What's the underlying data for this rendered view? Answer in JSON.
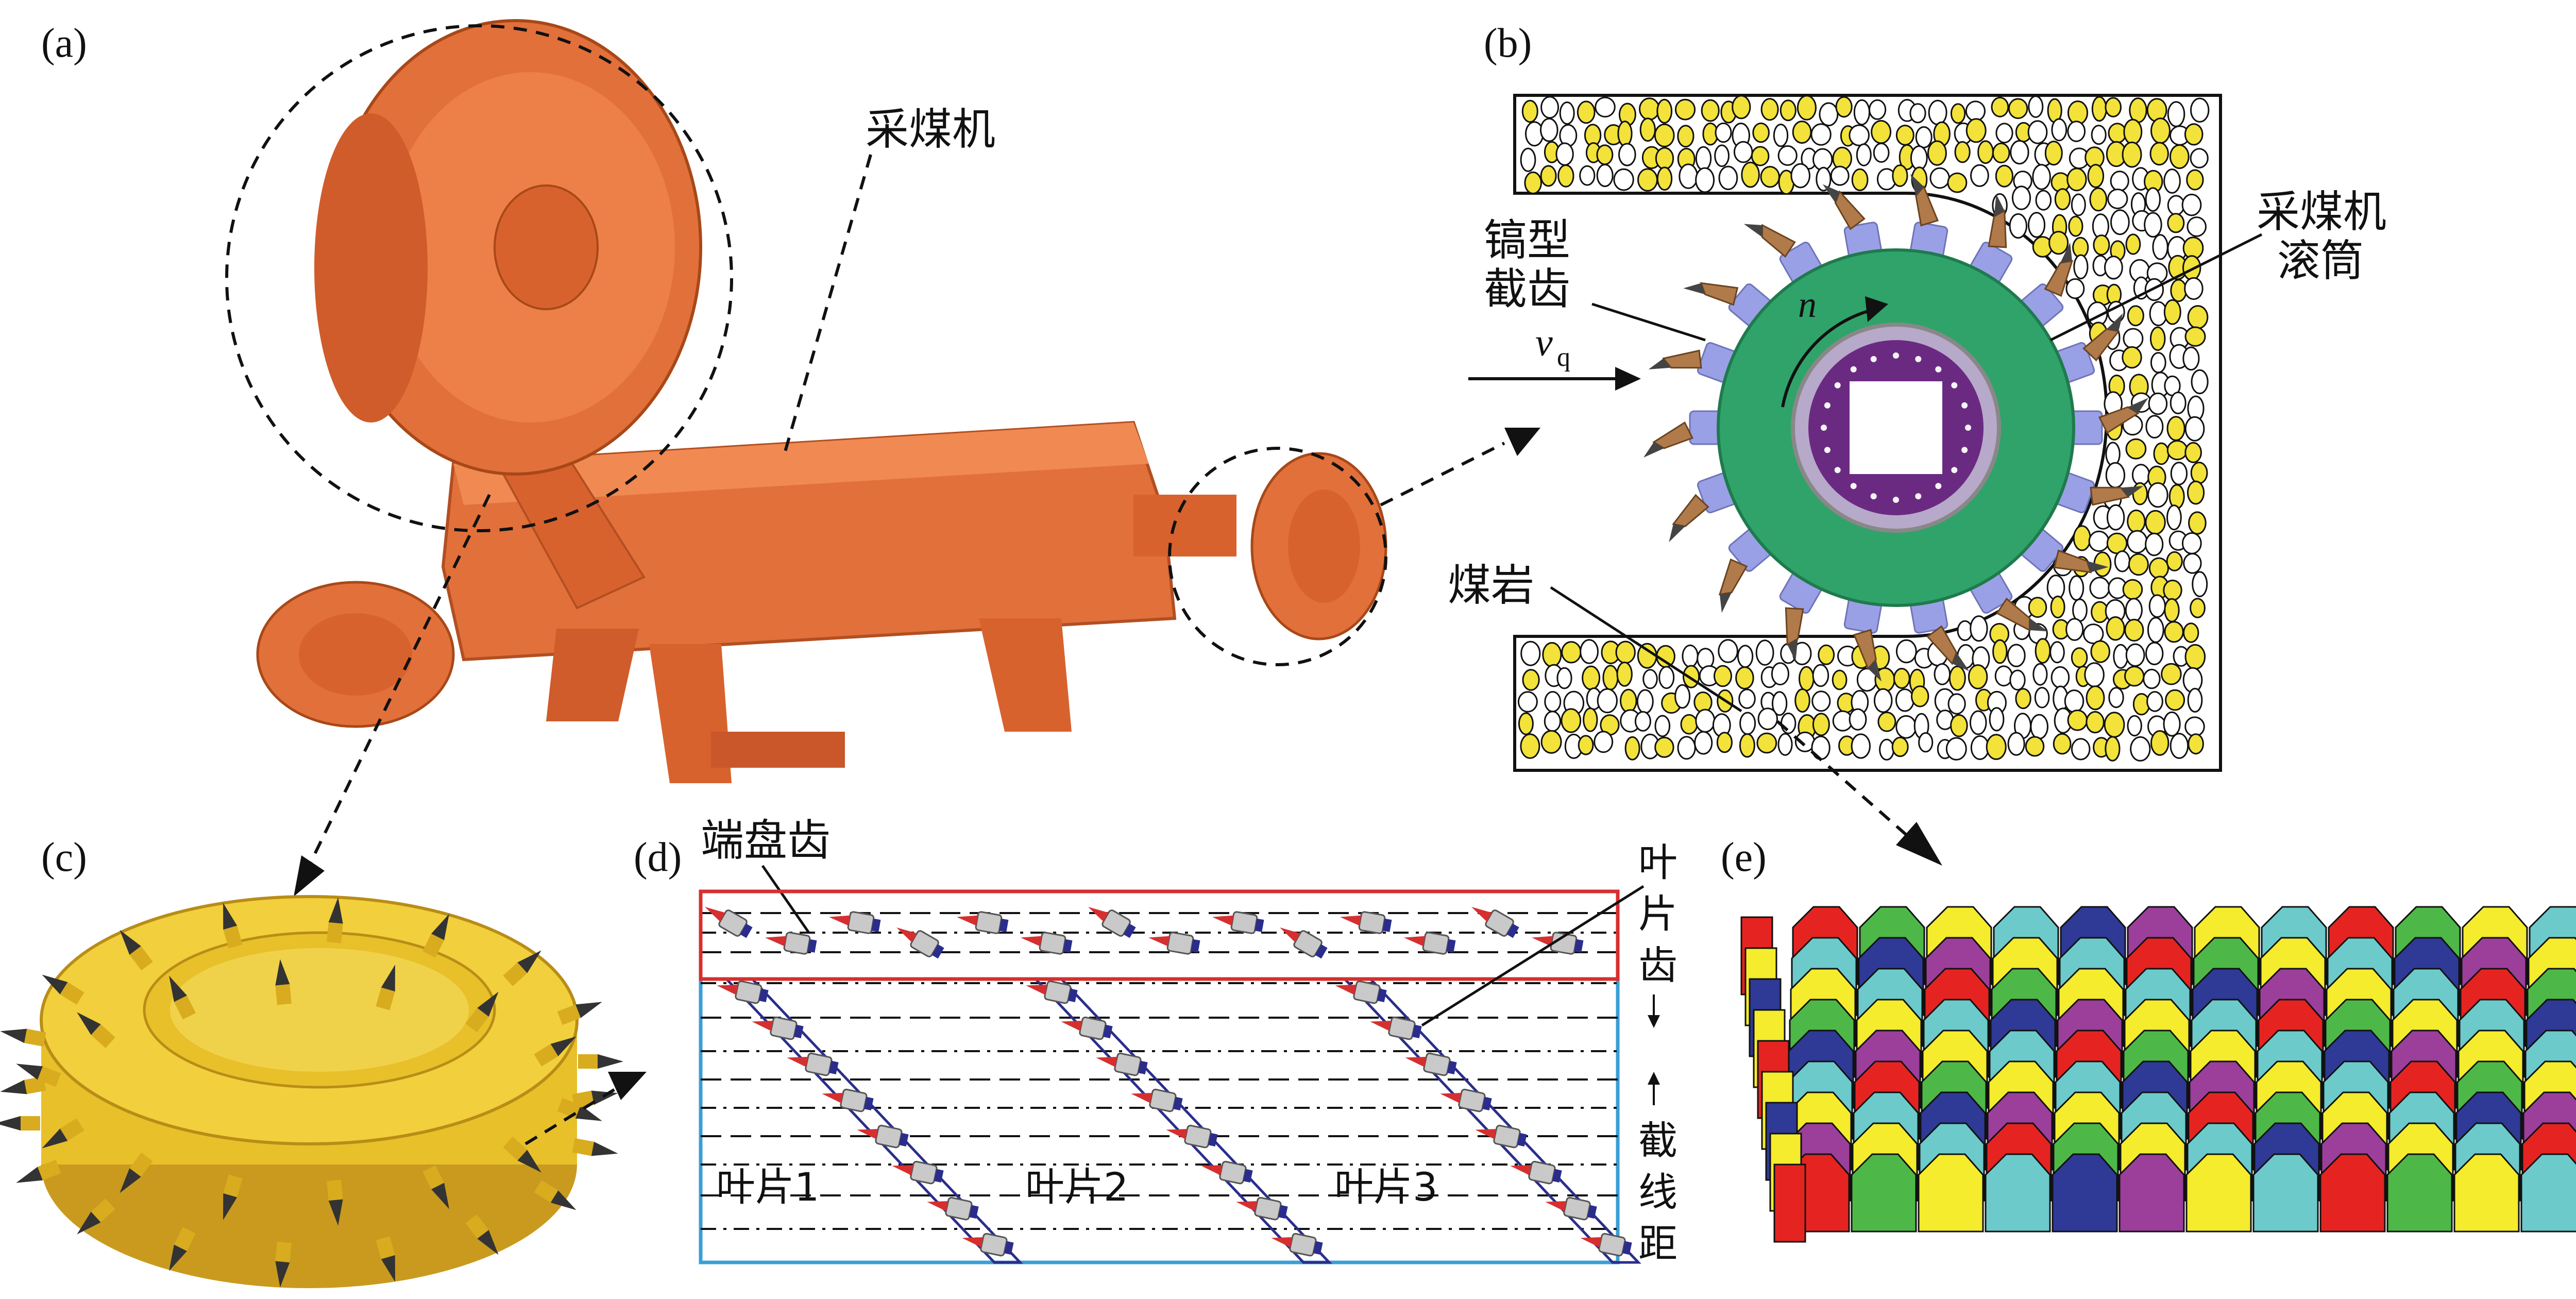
{
  "panels": {
    "a": {
      "letter": "(a)",
      "label": "采煤机"
    },
    "b": {
      "letter": "(b)",
      "pick_label_line1": "镐型",
      "pick_label_line2": "截齿",
      "drum_label_line1": "采煤机",
      "drum_label_line2": "滚筒",
      "rock_label": "煤岩",
      "rotation_symbol": "n",
      "velocity_symbol": "v",
      "velocity_subscript": "q"
    },
    "c": {
      "letter": "(c)"
    },
    "d": {
      "letter": "(d)",
      "end_disc_label": "端盘齿",
      "vane_tooth_label_chars": [
        "叶",
        "片",
        "齿"
      ],
      "spacing_label_chars": [
        "截",
        "线",
        "距"
      ],
      "vanes": [
        "叶片1",
        "叶片2",
        "叶片3"
      ]
    },
    "e": {
      "letter": "(e)"
    }
  },
  "colors": {
    "machine_orange": "#e2703a",
    "drum_green": "#2fa36a",
    "hub_purple": "#6b2a82",
    "pick_lavender": "#9aa0e6",
    "ore_yellow": "#f2e23a",
    "drum_yellow": "#e8c02a",
    "frame_red": "#d62f2f",
    "frame_blue": "#3a9fd6",
    "vane_navy": "#2b2d8c",
    "facet_red": "#e52421",
    "facet_green": "#4db848",
    "facet_yellow": "#f4ec2c",
    "facet_cyan": "#6dcacb",
    "facet_blue": "#2e3a96",
    "facet_purple": "#9b3f9a"
  }
}
